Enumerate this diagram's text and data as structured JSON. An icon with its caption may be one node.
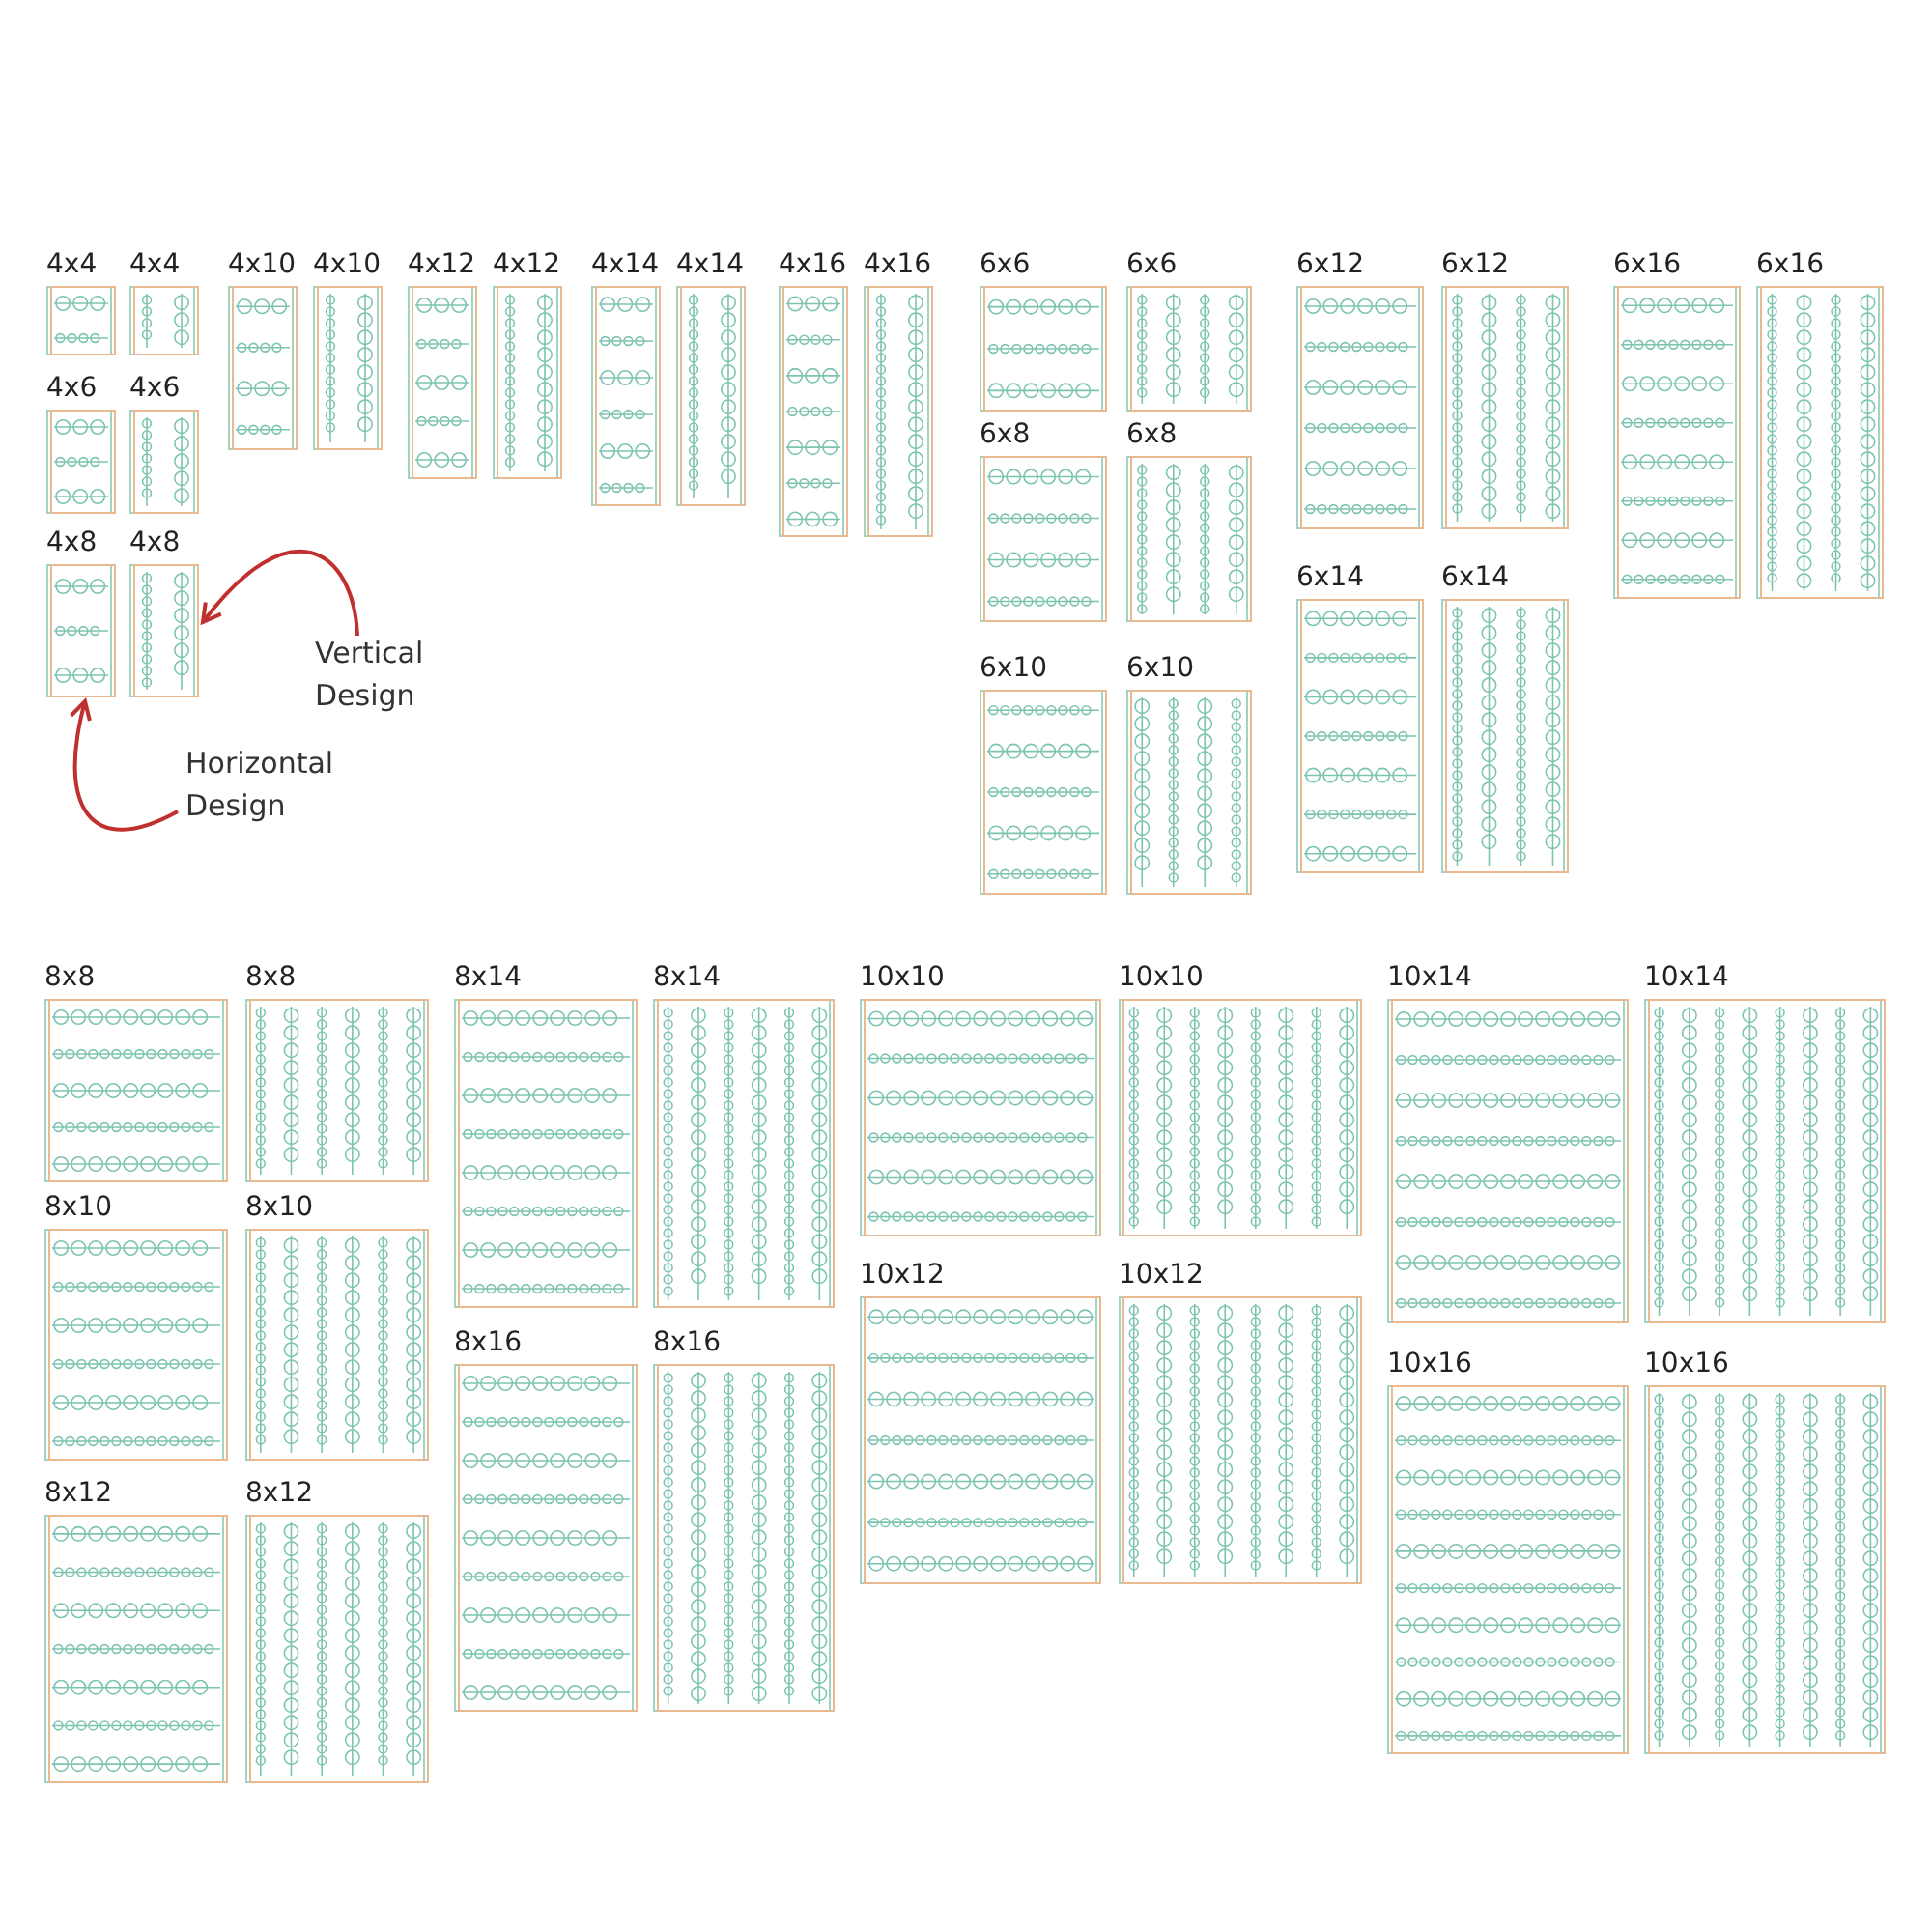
{
  "diagram": {
    "nodes": [
      {
        "text": [
          "4x4"
        ]
      },
      {
        "text": [
          "4x4"
        ]
      },
      {
        "text": [
          "4x10"
        ]
      },
      {
        "text": [
          "4x10"
        ]
      },
      {
        "text": [
          "4x12"
        ]
      },
      {
        "text": [
          "4x12"
        ]
      },
      {
        "text": [
          "4x14"
        ]
      },
      {
        "text": [
          "4x14"
        ]
      },
      {
        "text": [
          "4x16"
        ]
      },
      {
        "text": [
          "4x16"
        ]
      },
      {
        "text": [
          "6x6"
        ]
      },
      {
        "text": [
          "6x6"
        ]
      },
      {
        "text": [
          "6x12"
        ]
      },
      {
        "text": [
          "6x12"
        ]
      },
      {
        "text": [
          "6x16"
        ]
      },
      {
        "text": [
          "6x16"
        ]
      },
      {
        "text": [
          "4x6"
        ]
      },
      {
        "text": [
          "4x6"
        ]
      },
      {
        "text": [
          "6x8"
        ]
      },
      {
        "text": [
          "6x8"
        ]
      },
      {
        "text": [
          "6x14"
        ]
      },
      {
        "text": [
          "6x14"
        ]
      },
      {
        "text": [
          "4x8"
        ]
      },
      {
        "text": [
          "4x8"
        ]
      },
      {
        "text": [
          "Vertical Design"
        ]
      },
      {
        "text": [
          "6x10"
        ]
      },
      {
        "text": [
          "6x10"
        ]
      },
      {
        "text": [
          "Horizontal Design"
        ]
      },
      {
        "text": [
          "8x8"
        ]
      },
      {
        "text": [
          "8x8"
        ]
      },
      {
        "text": [
          "8x14"
        ]
      },
      {
        "text": [
          "8x14"
        ]
      },
      {
        "text": [
          "10x10"
        ]
      },
      {
        "text": [
          "10x10"
        ]
      },
      {
        "text": [
          "10x14"
        ]
      },
      {
        "text": [
          "10x14"
        ]
      },
      {
        "text": [
          "8x10"
        ]
      },
      {
        "text": [
          "8x10"
        ]
      },
      {
        "text": [
          "10x12"
        ]
      },
      {
        "text": [
          "10x12"
        ]
      },
      {
        "text": [
          "8x16"
        ]
      },
      {
        "text": [
          "8x16"
        ]
      },
      {
        "text": [
          "10x16"
        ]
      },
      {
        "text": [
          "10x16"
        ]
      },
      {
        "text": [
          "8x12"
        ]
      },
      {
        "text": [
          "8x12"
        ]
      }
    ],
    "edges": [
      {
        "from": 24,
        "to": 23,
        "arrow": "to"
      },
      {
        "from": 27,
        "to": 22,
        "arrow": "to"
      }
    ]
  }
}
